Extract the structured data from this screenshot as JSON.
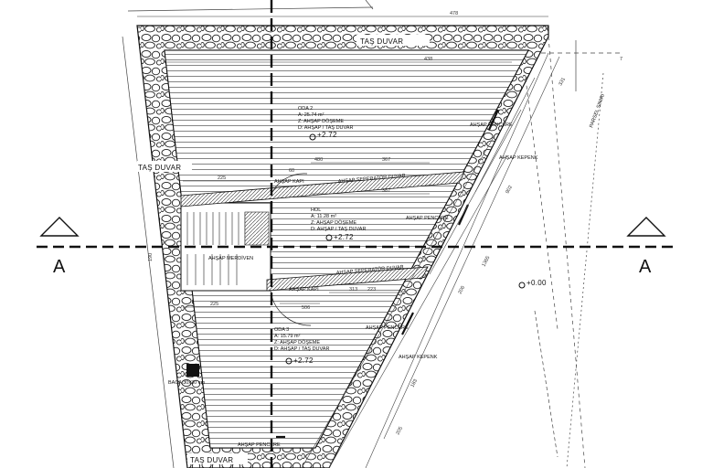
{
  "section": {
    "left_label": "A",
    "right_label": "A"
  },
  "walls": {
    "stone_top": "TAŞ DUVAR",
    "stone_left": "TAŞ DUVAR",
    "stone_bottom": "TAŞ DUVAR",
    "panel_limit": "PARSEL SINIRI"
  },
  "rooms": [
    {
      "name": "ODA 2",
      "area": "A: 25.74 m²",
      "floor": "Z: AHŞAP DÖŞEME",
      "wall": "D: AHŞAP / TAŞ DUVAR",
      "level": "+2.72"
    },
    {
      "name": "HOL",
      "area": "A: 11.28 m²",
      "floor": "Z: AHŞAP DÖŞEME",
      "wall": "D: AHŞAP / TAŞ DUVAR",
      "level": "+2.72"
    },
    {
      "name": "ODA 3",
      "area": "A: 15.79 m²",
      "floor": "Z: AHŞAP DÖŞEME",
      "wall": "D: AHŞAP / TAŞ DUVAR",
      "level": "+2.72"
    }
  ],
  "labels": {
    "separator_1": "AHŞAP SEPERATÖR DUVAR",
    "separator_2": "AHŞAP SEPERATÖR DUVAR",
    "door_1": "AHŞAP KAPI",
    "door_2": "AHŞAP KAPI",
    "stair": "AHŞAP MERDİVEN",
    "window_1": "AHŞAP PENCERE",
    "window_2": "AHŞAP PENCERE",
    "window_3": "AHŞAP PENCERE",
    "window_4": "AHŞAP PENCERE",
    "shutter_1": "AHŞAP KEPENK",
    "shutter_2": "AHŞAP KEPENK",
    "baca": "BACA 30x30 cm",
    "ground_level": "+0.00"
  },
  "dimensions": {
    "top_total": "478",
    "top_inner": "438",
    "d225a": "225",
    "d60": "60",
    "d480": "480",
    "d367": "367",
    "d387": "387",
    "d225b": "225",
    "d506": "506",
    "d313": "313",
    "d223": "223",
    "left_total": "190",
    "right_a": "902",
    "right_b": "1365",
    "right_c": "206",
    "right_d": "331",
    "right_e": "205",
    "right_f": "183",
    "corner_7": "7"
  }
}
